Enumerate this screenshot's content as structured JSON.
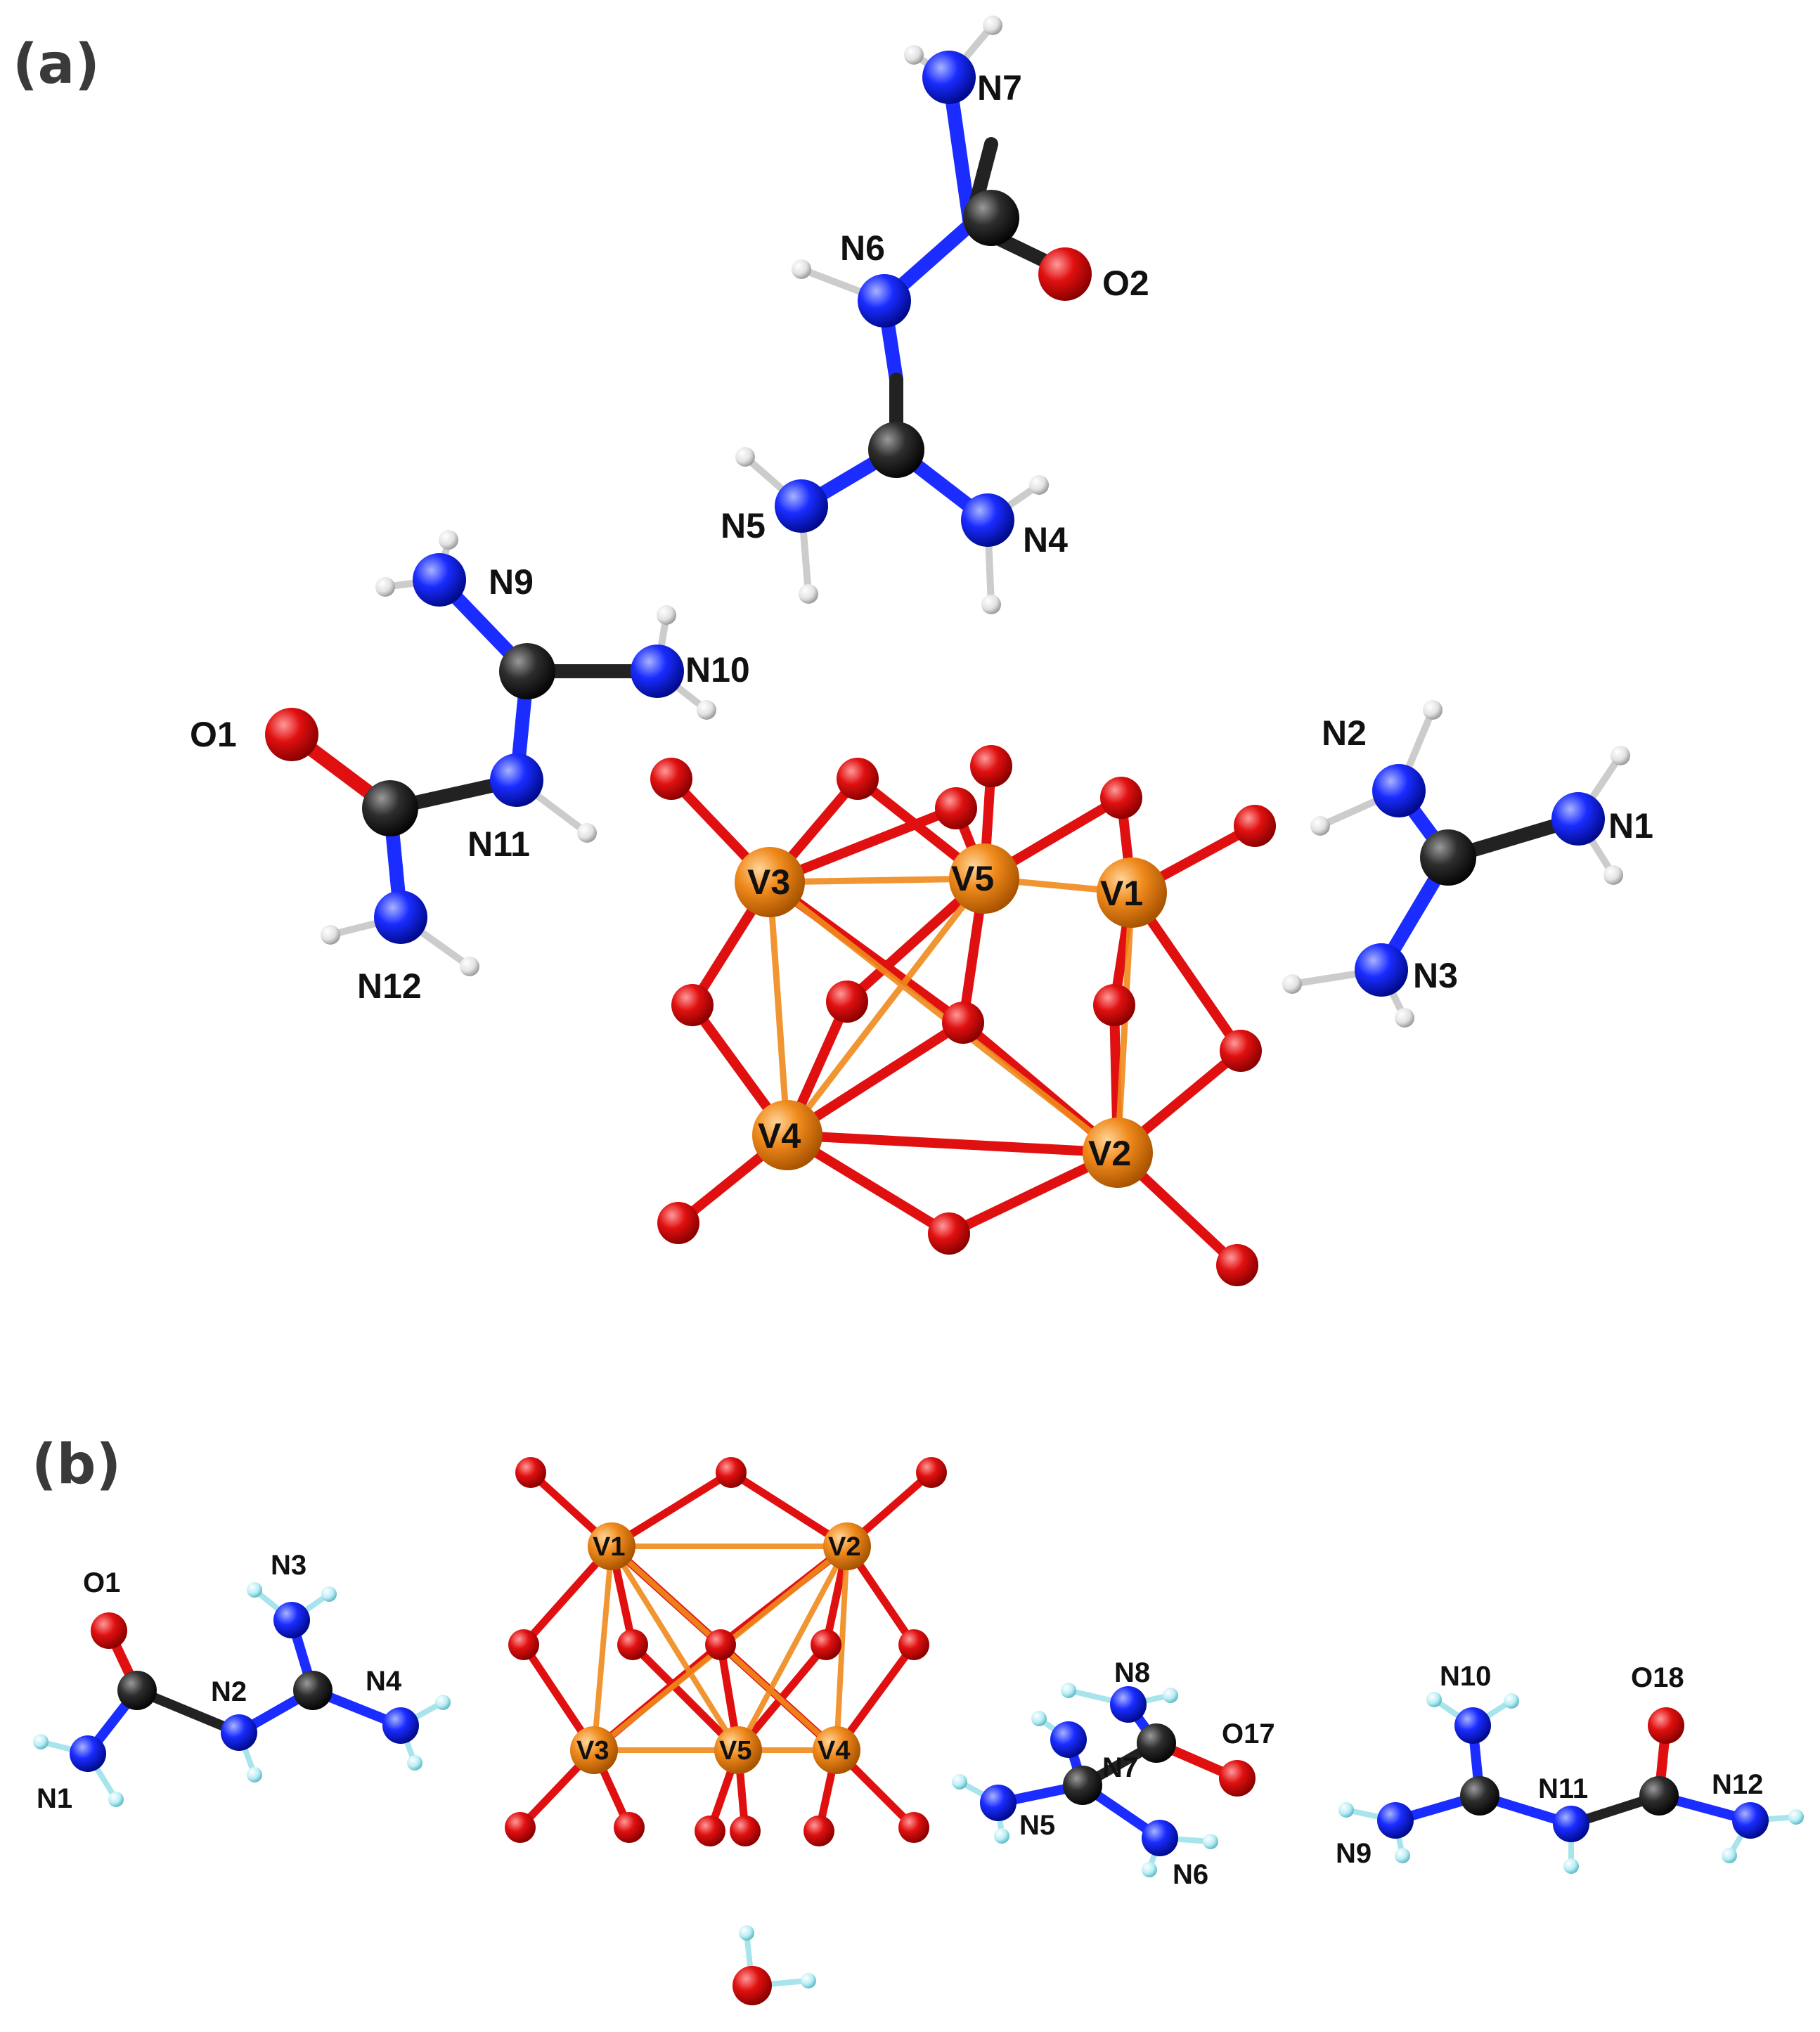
{
  "panels": [
    {
      "label": "(a)",
      "atom_labels": [
        "N7",
        "N6",
        "O2",
        "N5",
        "N4",
        "N9",
        "N10",
        "O1",
        "N11",
        "N12",
        "N2",
        "N1",
        "N3"
      ],
      "vanadium_labels": [
        "V3",
        "V5",
        "V1",
        "V4",
        "V2"
      ]
    },
    {
      "label": "(b)",
      "atom_labels": [
        "O1",
        "N3",
        "N2",
        "N4",
        "N1",
        "N8",
        "O17",
        "N7",
        "N5",
        "N6",
        "N10",
        "O18",
        "N11",
        "N12",
        "N9"
      ],
      "vanadium_labels": [
        "V1",
        "V2",
        "V3",
        "V5",
        "V4"
      ]
    }
  ],
  "colors": {
    "vanadium": "#f08a1c",
    "oxygen": "#e01010",
    "nitrogen": "#1a2cff",
    "carbon": "#2e2e2e",
    "hydrogen": "#e8e8e8",
    "hydrogen_b": "#b8eef5"
  }
}
